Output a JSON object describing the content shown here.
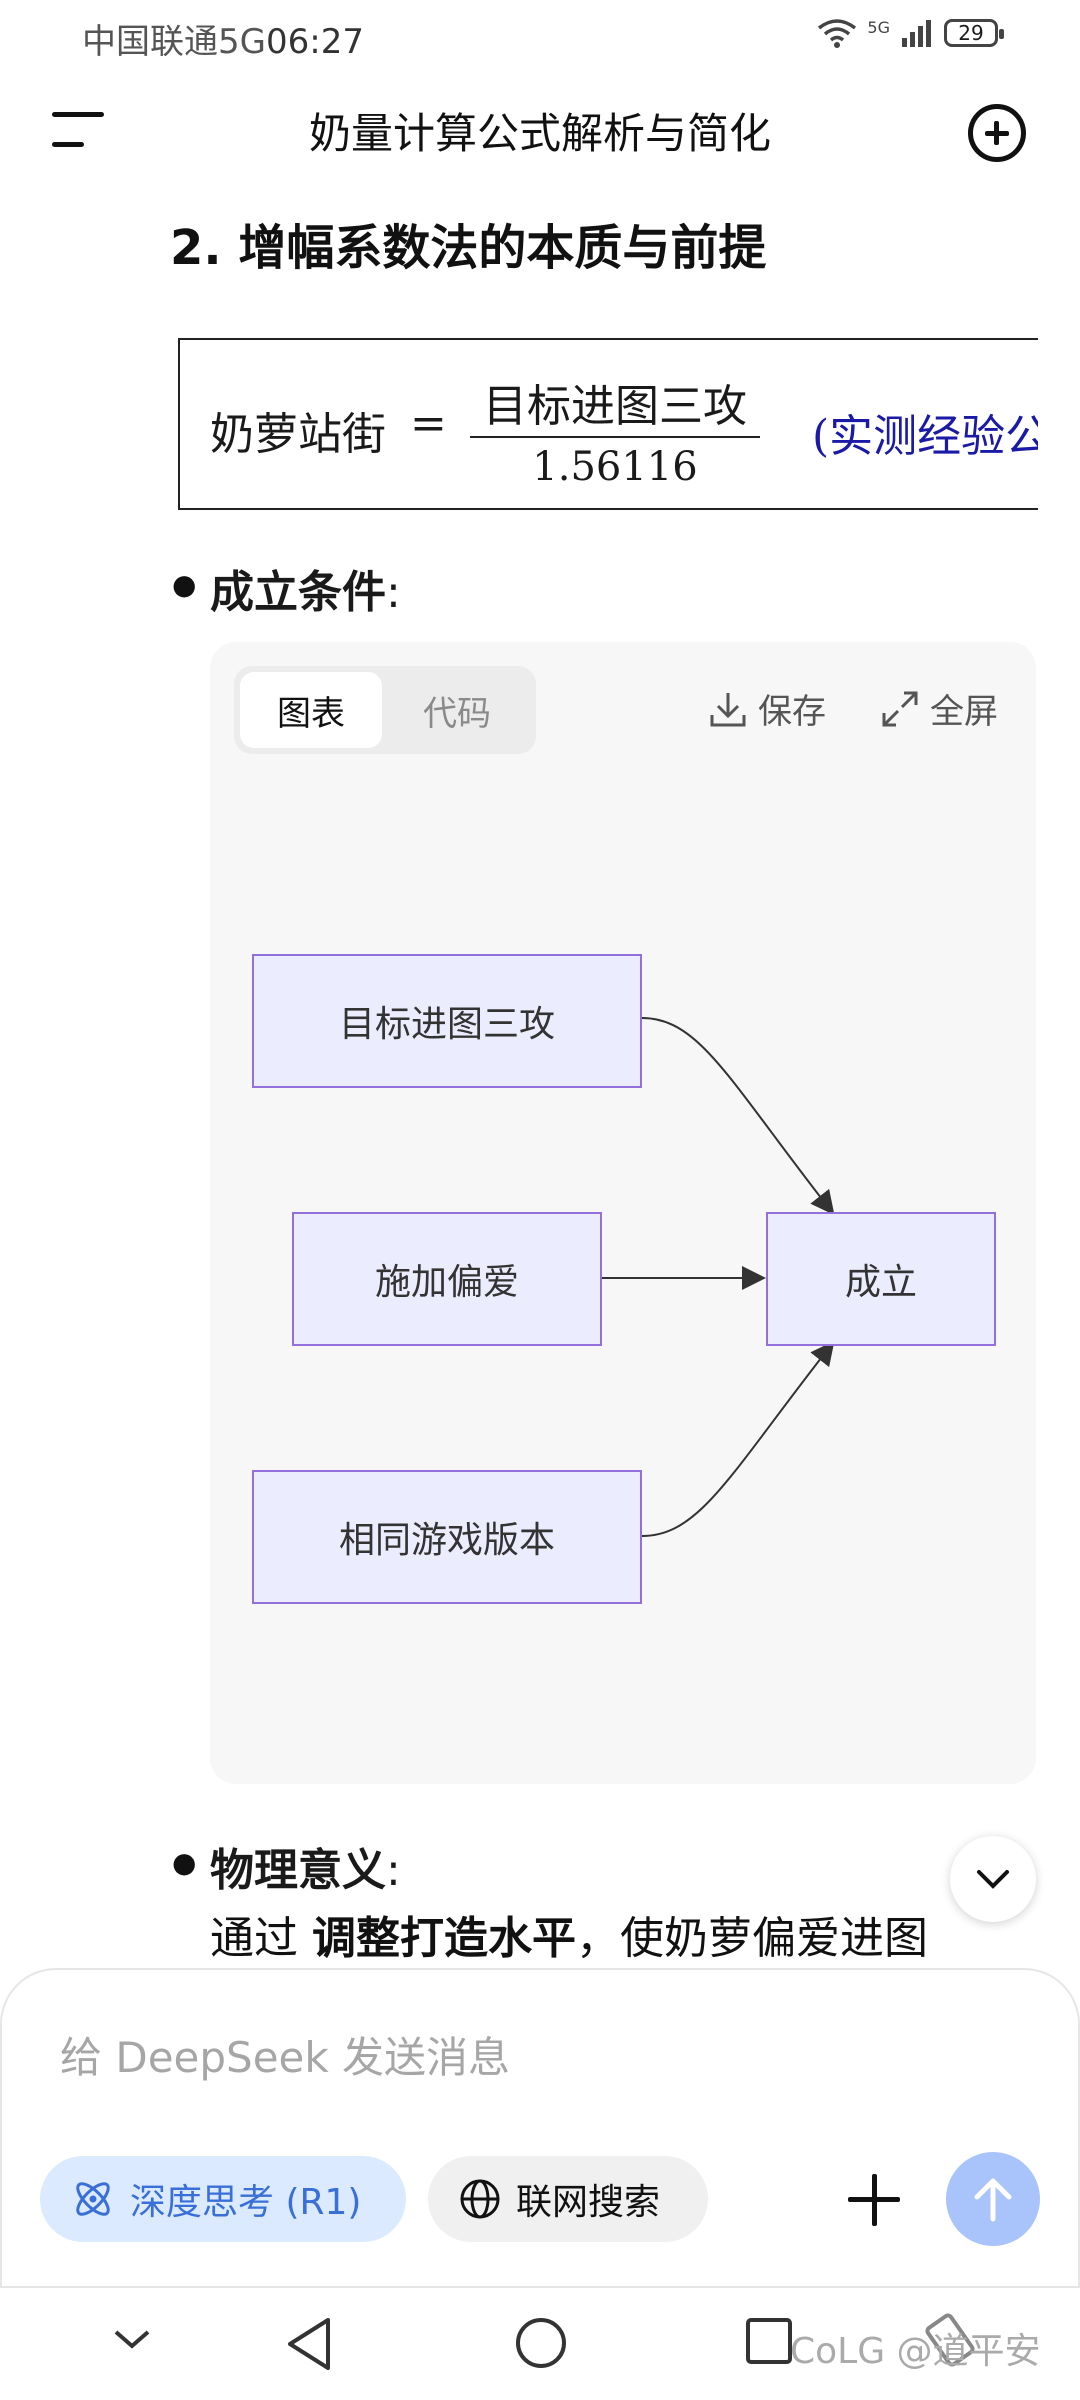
{
  "status_bar": {
    "carrier": "中国联通5G",
    "time": "06:27",
    "network": "5G",
    "battery": "29"
  },
  "header": {
    "title": "奶量计算公式解析与简化"
  },
  "content": {
    "heading": "2. 增幅系数法的本质与前提",
    "formula": {
      "lhs": "奶萝站街",
      "equals": "=",
      "numerator": "目标进图三攻",
      "denominator": "1.56116",
      "note": "(实测经验公"
    },
    "bullet1_label": "成立条件",
    "bullet1_colon": ":",
    "bullet2_label": "物理意义",
    "bullet2_colon": ":",
    "body_prefix": "通过 ",
    "body_bold": "调整打造水平",
    "body_suffix": "，使奶萝偏爱进图"
  },
  "diagram_card": {
    "tabs": [
      {
        "label": "图表"
      },
      {
        "label": "代码"
      }
    ],
    "save_label": "保存",
    "fullscreen_label": "全屏",
    "nodes": {
      "target": "目标进图三攻",
      "favor": "施加偏爱",
      "same_version": "相同游戏版本",
      "result": "成立"
    }
  },
  "input": {
    "placeholder": "给 DeepSeek 发送消息",
    "deep_think_label": "深度思考 (R1)",
    "web_search_label": "联网搜索"
  },
  "watermark": "CoLG @道平安",
  "colors": {
    "node_fill": "#ececff",
    "node_border": "#9370db",
    "accent": "#3a6fd8",
    "send": "#a9c3fb"
  }
}
